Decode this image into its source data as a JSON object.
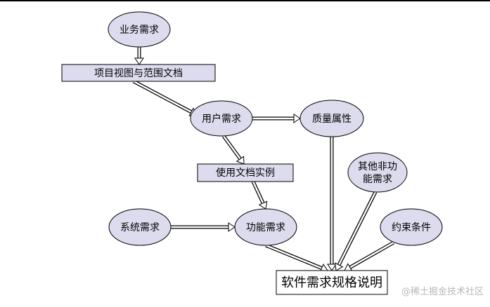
{
  "nodes": {
    "business_req": "业务需求",
    "vision_scope": "项目视图与范围文档",
    "user_req": "用户需求",
    "quality_attr": "质量属性",
    "use_case": "使用文档实例",
    "other_nonfunc_line1": "其他非功",
    "other_nonfunc_line2": "能需求",
    "system_req": "系统需求",
    "functional_req": "功能需求",
    "constraints": "约束条件",
    "srs": "软件需求规格说明"
  },
  "watermark": "@稀土掘金技术社区",
  "colors": {
    "node_fill": "#dcdcee",
    "stroke": "#000000",
    "background": "#ffffff"
  }
}
